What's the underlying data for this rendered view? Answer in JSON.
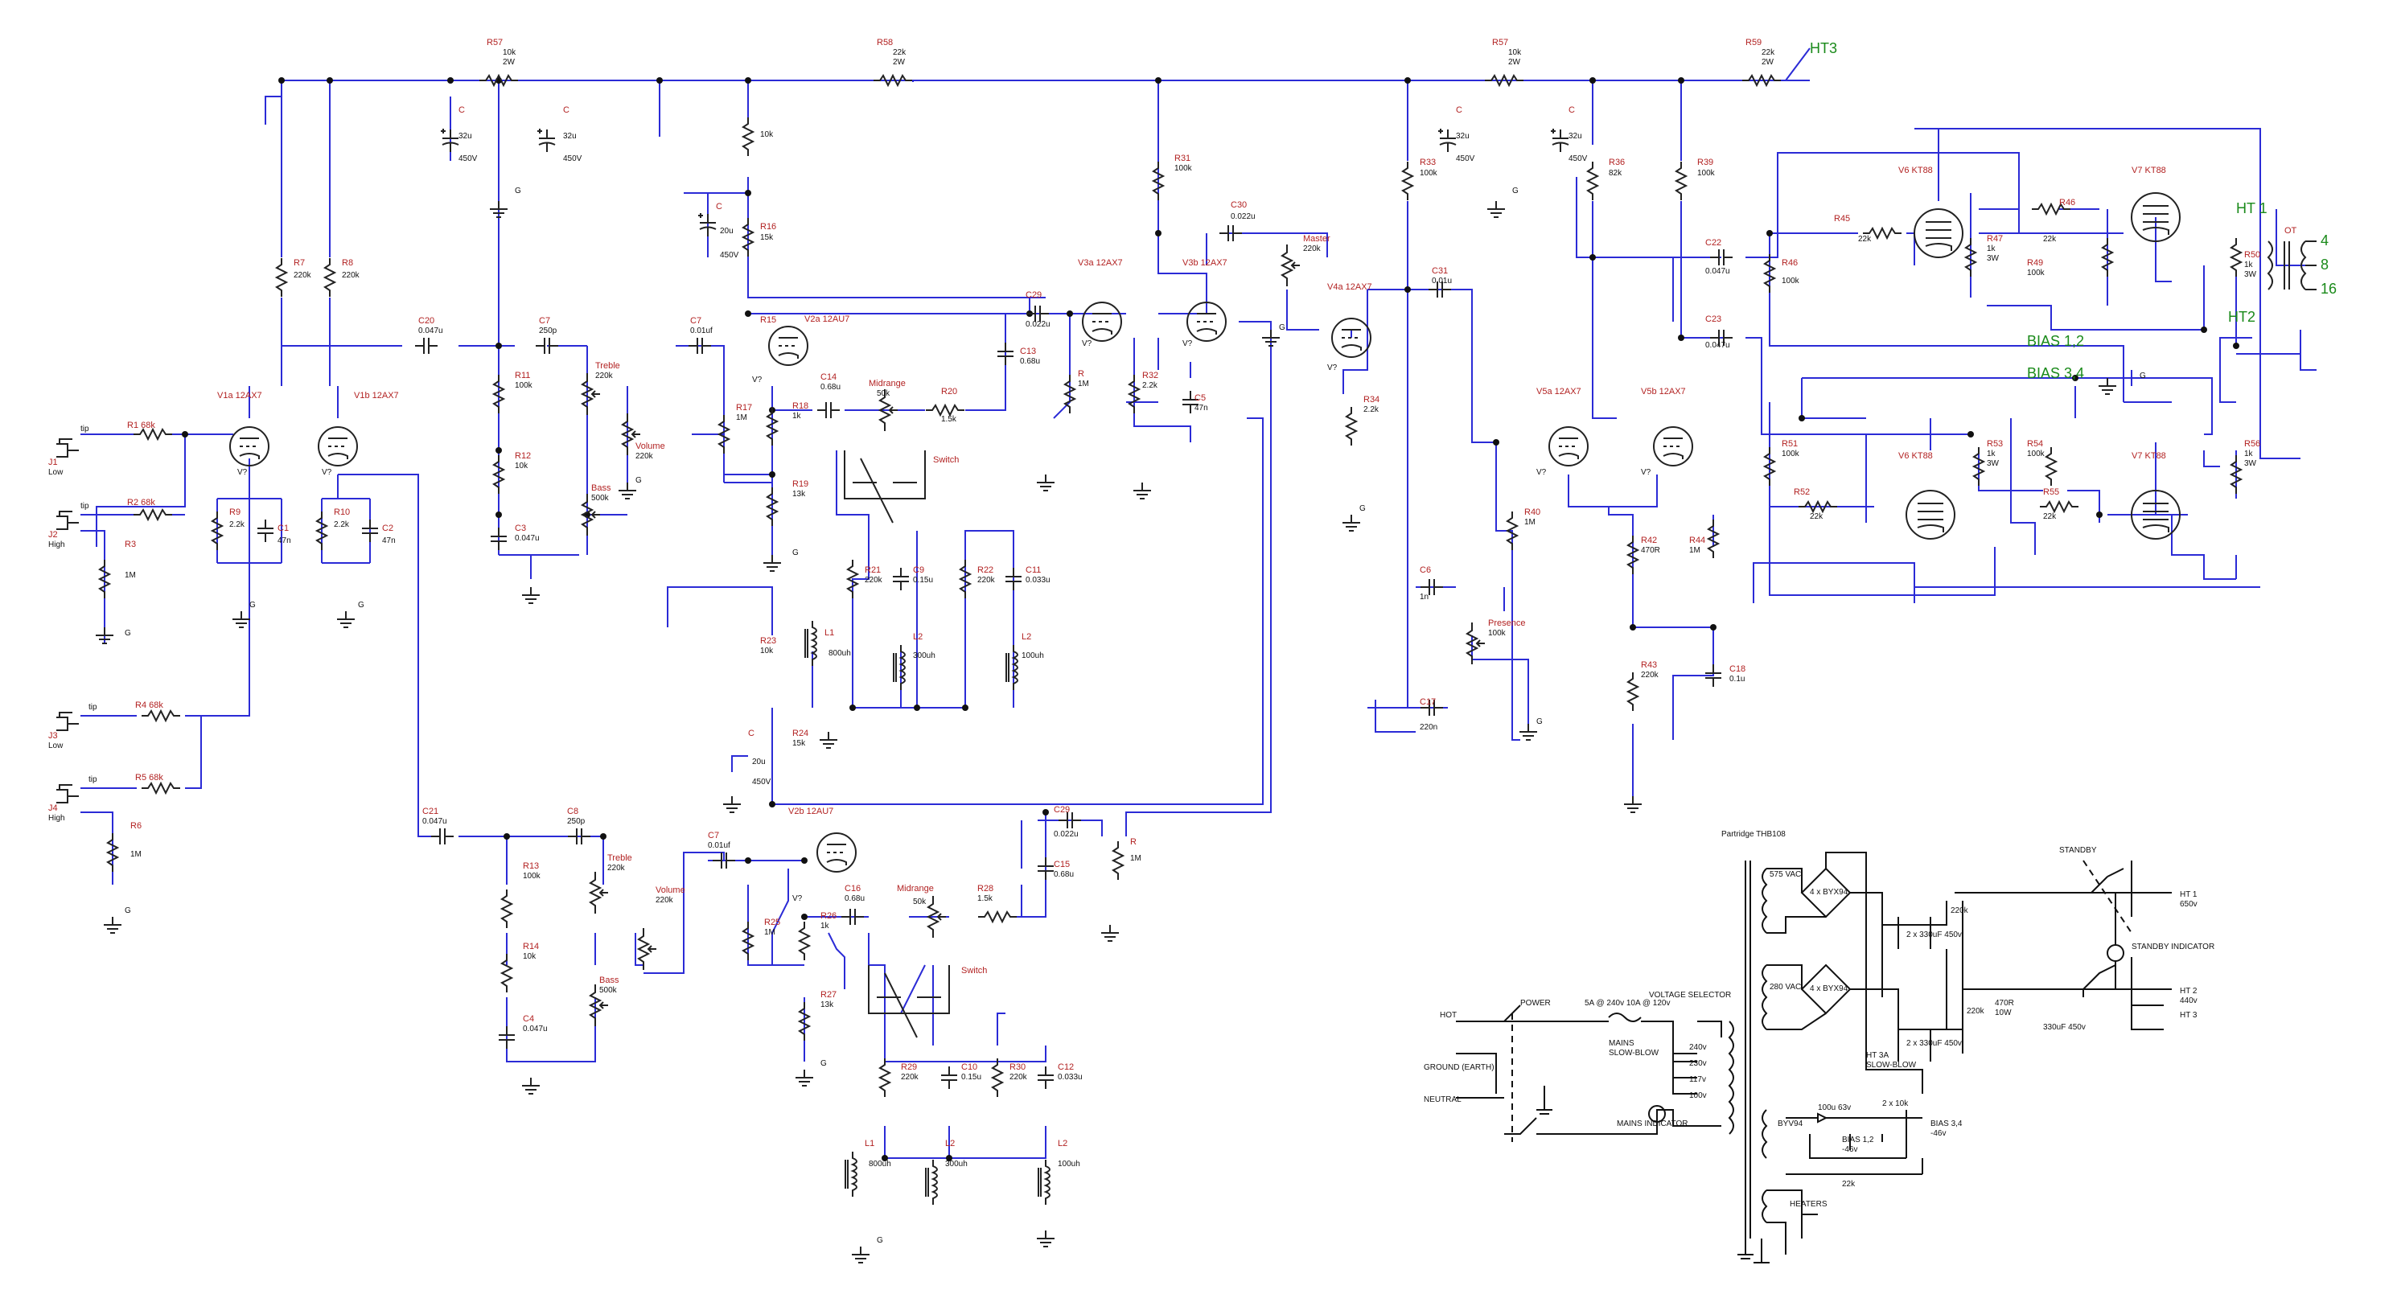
{
  "labels": {
    "r57a": "R57",
    "r57a_v": "10k",
    "r57a_w": "2W",
    "r58": "R58",
    "r58_v": "22k",
    "r58_w": "2W",
    "r57b": "R57",
    "r57b_v": "10k",
    "r57b_w": "2W",
    "r59": "R59",
    "r59_v": "22k",
    "r59_w": "2W",
    "ht3": "HT3",
    "ht1": "HT 1",
    "ht2": "HT2",
    "bias12": "BIAS 1,2",
    "bias34": "BIAS 3,4",
    "v1a": "V1a 12AX7",
    "v1b": "V1b 12AX7",
    "v2a": "V2a 12AU7",
    "v2b": "V2b 12AU7",
    "v3a": "V3a 12AX7",
    "v3b": "V3b 12AX7",
    "v4a": "V4a 12AX7",
    "v5a": "V5a 12AX7",
    "v5b": "V5b 12AX7",
    "v6t": "V6 KT88",
    "v7t": "V7 KT88",
    "v6b": "V6 KT88",
    "v7b": "V7 KT88",
    "j1": "J1",
    "j1s": "Low",
    "j2": "J2",
    "j2s": "High",
    "j3": "J3",
    "j3s": "Low",
    "j4": "J4",
    "j4s": "High",
    "tip": "tip",
    "r1": "R1  68k",
    "r2": "R2  68k",
    "r3": "R3",
    "r3v": "1M",
    "r4": "R4  68k",
    "r5": "R5  68k",
    "r6": "R6",
    "r6v": "1M",
    "r7": "R7",
    "r7v": "220k",
    "r8": "R8",
    "r8v": "220k",
    "r9": "R9",
    "r9v": "2.2k",
    "c1": "C1",
    "c1v": "47n",
    "r10": "R10",
    "r10v": "2.2k",
    "c2": "C2",
    "c2v": "47n",
    "c20": "C20",
    "c20v": "0.047u",
    "c7a": "C7",
    "c7av": "250p",
    "c21": "C21",
    "c21v": "0.047u",
    "c8": "C8",
    "c8v": "250p",
    "r11": "R11",
    "r11v": "100k",
    "r12": "R12",
    "r12v": "10k",
    "c3": "C3",
    "c3v": "0.047u",
    "r13": "R13",
    "r13v": "100k",
    "r14": "R14",
    "r14v": "10k",
    "c4": "C4",
    "c4v": "0.047u",
    "treble": "Treble",
    "treble_v": "220k",
    "bass": "Bass",
    "bass_v": "500k",
    "volume": "Volume",
    "volume_v": "220k",
    "c7b": "C7",
    "c7bv": "0.01uf",
    "r15": "R15",
    "r15v": "10k",
    "r16": "R16",
    "r16v": "15k",
    "c_a": "C",
    "c_av": "20u",
    "c_aw": "450V",
    "r17": "R17",
    "r17v": "1M",
    "r18": "R18",
    "r18v": "1k",
    "r19": "R19",
    "r19v": "13k",
    "c14": "C14",
    "c14v": "0.68u",
    "midrange": "Midrange",
    "midrange_v": "50k",
    "r20": "R20",
    "r20v": "1.5k",
    "switch": "Switch",
    "c13": "C13",
    "c13v": "0.68u",
    "c29": "C29",
    "c29v": "0.022u",
    "r21": "R21",
    "r21v": "220k",
    "c9": "C9",
    "c9v": "0.15u",
    "r22": "R22",
    "r22v": "220k",
    "c11": "C11",
    "c11v": "0.033u",
    "l1": "L1",
    "l1v": "800uh",
    "l2": "L2",
    "l2v": "300uh",
    "l2b": "L2",
    "l2bv": "100uh",
    "r23": "R23",
    "r23v": "10k",
    "r24": "R24",
    "r24v": "15k",
    "c_b": "C",
    "c_bv": "20u",
    "c_bw": "450V",
    "r25": "R25",
    "r25v": "1M",
    "r26": "R26",
    "r26v": "1k",
    "r27": "R27",
    "r27v": "13k",
    "c16": "C16",
    "c16v": "0.68u",
    "r28": "R28",
    "r28v": "1.5k",
    "c15": "C15",
    "c15v": "0.68u",
    "c29b": "C29",
    "c29bv": "0.022u",
    "r_1m": "R",
    "r_1mv": "1M",
    "r29": "R29",
    "r29v": "220k",
    "c10": "C10",
    "c10v": "0.15u",
    "r30": "R30",
    "r30v": "220k",
    "c12": "C12",
    "c12v": "0.033u",
    "c_32a": "C",
    "c_32av": "32u",
    "c_32aw": "450V",
    "c_32b": "C",
    "c_32bv": "32u",
    "c_32bw": "450V",
    "c_32c": "C",
    "c_32cv": "32u",
    "c_32cw": "450V",
    "c_32d": "C",
    "c_32dv": "32u",
    "c_32dw": "450V",
    "r31": "R31",
    "r31v": "100k",
    "c30": "C30",
    "c30v": "0.022u",
    "master": "Master",
    "master_v": "220k",
    "r32": "R32",
    "r32v": "2.2k",
    "c5": "C5",
    "c5v": "47n",
    "r_a": "R",
    "r_av": "1M",
    "r33": "R33",
    "r33v": "100k",
    "r34": "R34",
    "r34v": "2.2k",
    "c31": "C31",
    "c31v": "0.01u",
    "r36": "R36",
    "r36v": "82k",
    "r39": "R39",
    "r39v": "100k",
    "c22": "C22",
    "c22v": "0.047u",
    "c23": "C23",
    "c23v": "0.047u",
    "r40": "R40",
    "r40v": "1M",
    "r42": "R42",
    "r42v": "470R",
    "r44": "R44",
    "r44v": "1M",
    "r43": "R43",
    "r43v": "220k",
    "c6": "C6",
    "c6v": "1n",
    "presence": "Presence",
    "presence_v": "100k",
    "c17": "C17",
    "c17v": "220n",
    "c18": "C18",
    "c18v": "0.1u",
    "r45": "R45",
    "r45v": "22k",
    "r46": "R46",
    "r46v": "100k",
    "r46b": "R46",
    "r46bv": "22k",
    "r47": "R47",
    "r47v": "1k",
    "r47w": "3W",
    "r49": "R49",
    "r49v": "100k",
    "r50": "R50",
    "r50v": "1k",
    "r50w": "3W",
    "r51": "R51",
    "r51v": "100k",
    "r52": "R52",
    "r52v": "22k",
    "r53": "R53",
    "r53v": "1k",
    "r53w": "3W",
    "r54": "R54",
    "r54v": "100k",
    "r55": "R55",
    "r55v": "22k",
    "r56": "R56",
    "r56v": "1k",
    "r56w": "3W",
    "ot": "OT",
    "ot4": "4",
    "ot8": "8",
    "ot16": "16",
    "g": "G",
    "vq": "V?"
  },
  "psu": {
    "title": "Partridge THB108",
    "power": "POWER",
    "fuse": "5A @ 240v\n10A @ 120v",
    "mains": "MAINS",
    "slowblow": "SLOW-BLOW",
    "voltage_selector": "VOLTAGE SELECTOR",
    "v240": "240v",
    "v230": "230v",
    "v117": "117v",
    "v100": "100v",
    "hot": "HOT",
    "ground": "GROUND (EARTH)",
    "neutral": "NEUTRAL",
    "mains_indicator": "MAINS INDICATOR",
    "sec1": "575 VAC",
    "sec2": "280 VAC",
    "bridge1": "4 x BYX94",
    "bridge2": "4 x BYX94",
    "c2x330a": "2 x 330uF 450v",
    "c2x330b": "2 x 330uF 450v",
    "r220k": "220k",
    "r220kb": "220k",
    "ht3a": "HT 3A",
    "ht3a_s": "SLOW-BLOW",
    "r470": "470R",
    "r470w": "10W",
    "c330": "330uF 450v",
    "standby": "STANDBY",
    "ht1": "HT 1",
    "ht1v": "650v",
    "ht2": "HT 2",
    "ht2v": "440v",
    "ht3": "HT 3",
    "standby_ind": "STANDBY INDICATOR",
    "byv": "BYV94",
    "c100": "100u 63v",
    "pot": "2 x 10k",
    "bias12": "BIAS 1,2",
    "bias12v": "-46v",
    "bias34": "BIAS 3,4",
    "bias34v": "-46v",
    "r22k": "22k",
    "heaters": "HEATERS"
  }
}
